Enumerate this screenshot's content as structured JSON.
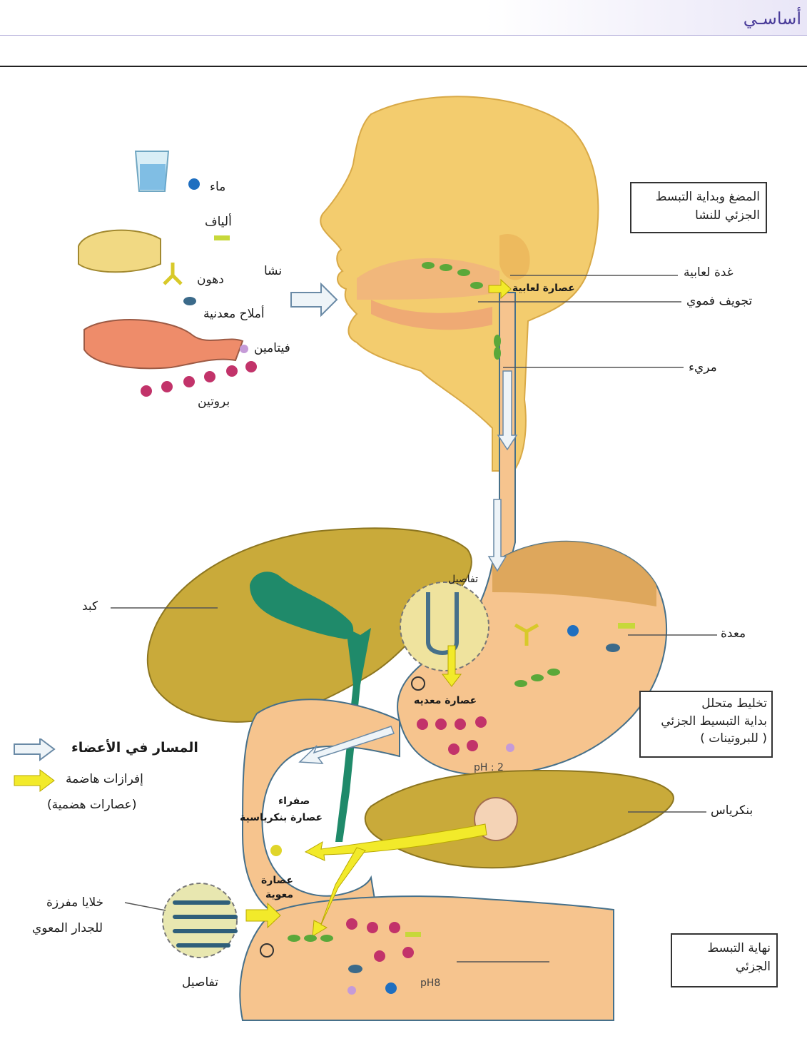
{
  "header": {
    "title": "أساسـي"
  },
  "boxes": {
    "chewing": [
      "المضغ وبداية التبسط",
      "الجزئي للنشا"
    ],
    "stomach_mix": [
      "تخليط متحلل",
      "بداية التبسيط الجزئي",
      "( للبروتينات )"
    ],
    "end": [
      "نهاية التبسط",
      "الجزئي"
    ]
  },
  "labels": {
    "water": "ماء",
    "fibers": "ألياف",
    "starch": "نشا",
    "fats": "دهون",
    "minerals": "أملاح معدنية",
    "vitamin": "فيتامين",
    "protein": "بروتين",
    "salivary_gland": "غدة لعابية",
    "saliva": "عصارة لعابية",
    "mouth": "تجويف فموي",
    "esophagus": "مريء",
    "liver": "كبد",
    "details_top": "تفاصيل",
    "stomach": "معدة",
    "gastric_juice": "عصارة معديه",
    "ph2": "pH : 2",
    "pancreas": "بنكرياس",
    "bile": "صفراء",
    "pancreatic_juice": "عصارة بنكرياسية",
    "intestinal_juice_1": "عصارة",
    "intestinal_juice_2": "معوية",
    "ph8": "pH8",
    "secreting_cells_1": "خلايا مفرزة",
    "secreting_cells_2": "للجدار المعوي",
    "details_bottom": "تفاصيل"
  },
  "legend": {
    "path": "المسار في الأعضاء",
    "secretions_1": "إفرازات هاضمة",
    "secretions_2": "(عصارات هضمية)"
  },
  "colors": {
    "skin": "#f3cc6e",
    "liver": "#c9aa3a",
    "organ": "#f6c48e",
    "gall": "#1f8a6a",
    "secretion_arrow": "#f2ea2a",
    "path_arrow": "#eef4f8"
  }
}
